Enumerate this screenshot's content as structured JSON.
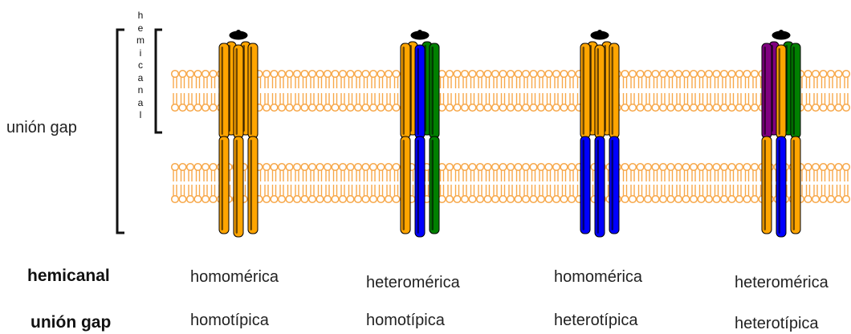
{
  "side_labels": {
    "gap_junction": "unión gap",
    "hemichannel_vertical": [
      "h",
      "e",
      "m",
      "i",
      "c",
      "a",
      "n",
      "a",
      "l"
    ]
  },
  "table": {
    "row1_header": "hemicanal",
    "row2_header": "unión gap",
    "row1_values": [
      "homomérica",
      "heteromérica",
      "homomérica",
      "heteromérica"
    ],
    "row2_values": [
      "homotípica",
      "homotípica",
      "heterotípica",
      "heterotípica"
    ]
  },
  "channels": [
    {
      "top": [
        "orange",
        "orange",
        "orange"
      ],
      "bottom": [
        "orange",
        "orange",
        "orange"
      ]
    },
    {
      "top": [
        "orange",
        "blue",
        "green"
      ],
      "bottom": [
        "orange",
        "blue",
        "green"
      ]
    },
    {
      "top": [
        "orange",
        "orange",
        "orange"
      ],
      "bottom": [
        "blue",
        "blue",
        "blue"
      ]
    },
    {
      "top": [
        "purple",
        "orange",
        "green"
      ],
      "bottom": [
        "orange",
        "blue",
        "orange"
      ]
    }
  ],
  "colors": {
    "orange": "#f7941d",
    "blue": "#5b9bf0",
    "green": "#1e9a3a",
    "purple": "#7b3f9e",
    "lipid": "#f7a84a",
    "bracket": "#111111"
  }
}
